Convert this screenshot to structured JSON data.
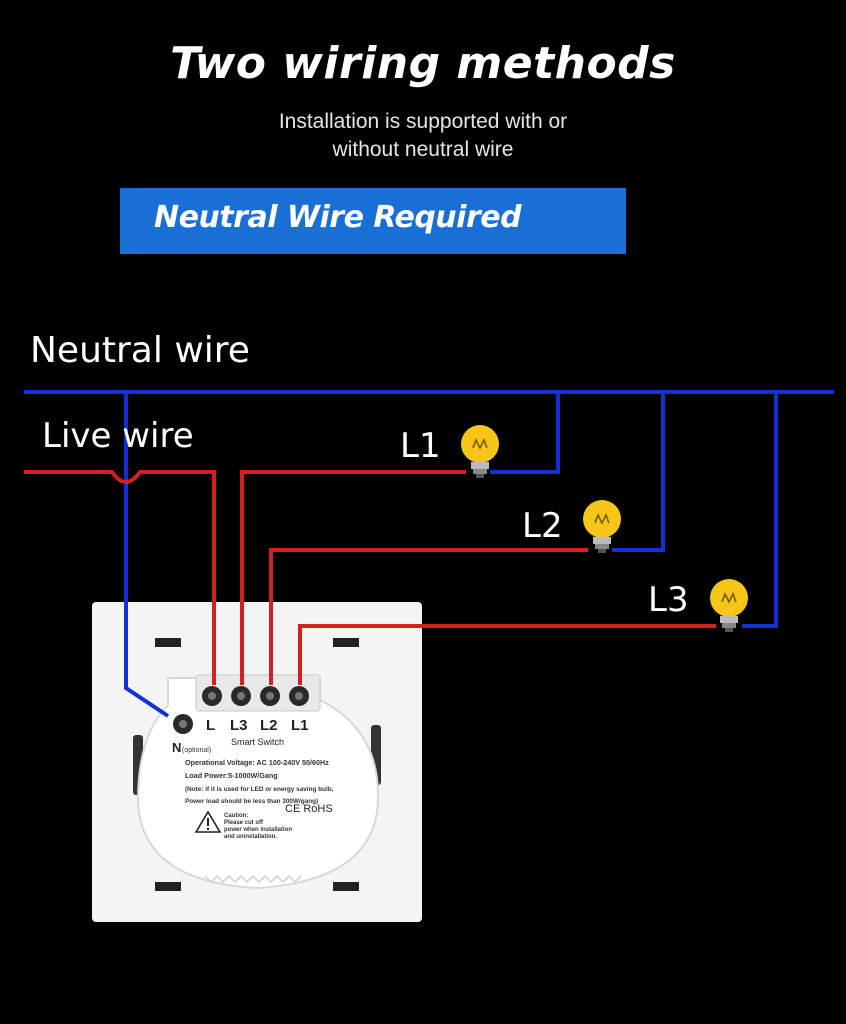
{
  "header": {
    "title": "Two wiring methods",
    "subtitle_line1": "Installation is supported with or",
    "subtitle_line2": "without neutral wire"
  },
  "banner": {
    "text": "Neutral Wire Required",
    "color": "#1a6fd6"
  },
  "diagram": {
    "neutral_label": "Neutral wire",
    "live_label": "Live wire",
    "neutral_color": "#1030d8",
    "live_color": "#d42020",
    "bulbs": [
      {
        "label": "L1",
        "icon": "light-bulb-icon"
      },
      {
        "label": "L2",
        "icon": "light-bulb-icon"
      },
      {
        "label": "L3",
        "icon": "light-bulb-icon"
      }
    ]
  },
  "switch": {
    "terminals": [
      "L",
      "L3",
      "L2",
      "L1"
    ],
    "n_label": "N",
    "n_optional": "(optional)",
    "name": "Smart Switch",
    "voltage": "Operational Voltage: AC 100-240V 50/60Hz",
    "load": "Load Power:5-1000W/Gang",
    "note1": "(Note: if it is used for LED or energy saving bulb,",
    "note2": "Power load should be less than 300W/gang)",
    "cert": "CE RoHS",
    "caution_title": "Caution:",
    "caution1": "Please cut off",
    "caution2": "power when installation",
    "caution3": "and uninstallation."
  }
}
